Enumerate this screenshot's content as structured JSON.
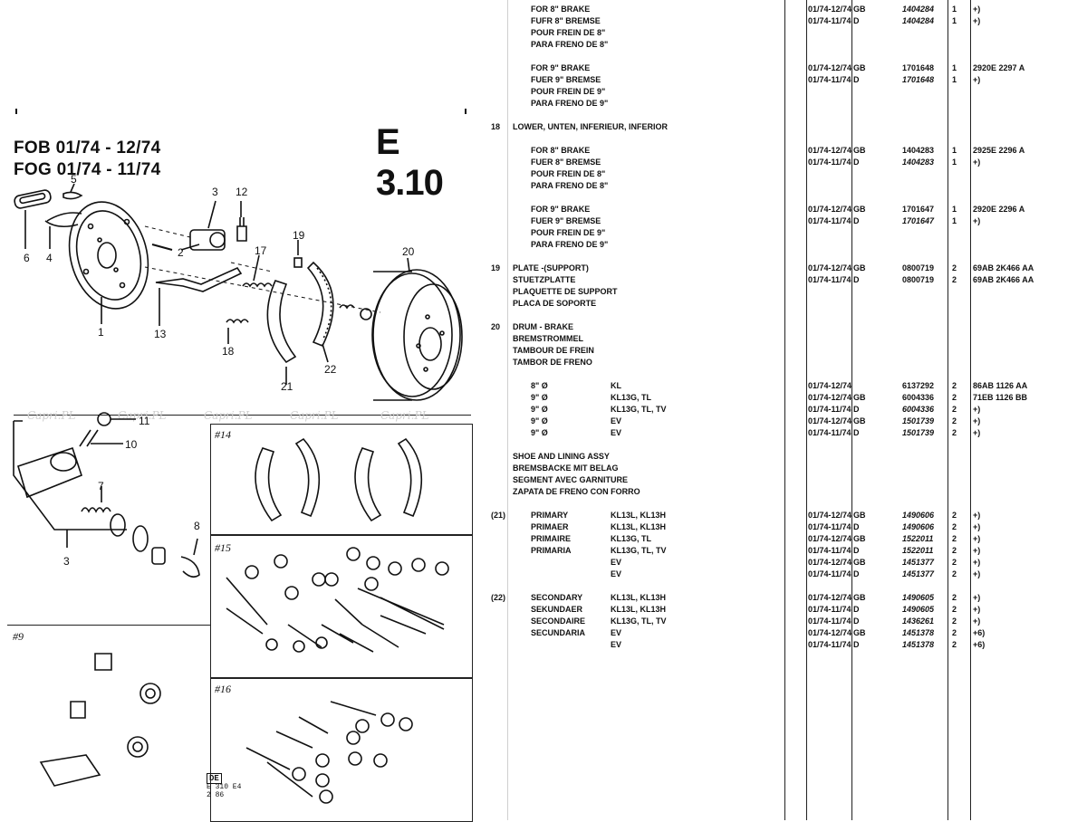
{
  "header": {
    "line1": "FOB 01/74 - 12/74",
    "line2": "FOG 01/74 - 11/74",
    "section_code": "E 3.10"
  },
  "diagram_numbers": [
    "1",
    "2",
    "3",
    "4",
    "5",
    "6",
    "12",
    "13",
    "17",
    "18",
    "19",
    "20",
    "21",
    "22"
  ],
  "detail_numbers": [
    "3",
    "7",
    "8",
    "10",
    "11"
  ],
  "boxes": {
    "kit14": "#14",
    "kit15": "#15",
    "kit16": "#16",
    "kit9": "#9"
  },
  "watermark": "Capri.PL",
  "footer": {
    "badge": "DE",
    "line1": "E 310 E4",
    "line2": "2  86"
  },
  "rows": [
    {
      "no": "",
      "desc": "FOR 8\" BRAKE",
      "model": "",
      "date": "01/74-12/74",
      "reg": "GB",
      "part": "1404284",
      "qty": "1",
      "note": "+)",
      "italic": true,
      "indent": true
    },
    {
      "no": "",
      "desc": "FUFR 8\" BREMSE",
      "model": "",
      "date": "01/74-11/74",
      "reg": "D",
      "part": "1404284",
      "qty": "1",
      "note": "+)",
      "italic": true,
      "indent": true
    },
    {
      "no": "",
      "desc": "POUR FREIN DE 8\"",
      "model": "",
      "date": "",
      "reg": "",
      "part": "",
      "qty": "",
      "note": "",
      "italic": false,
      "indent": true
    },
    {
      "no": "",
      "desc": "PARA FRENO DE 8\"",
      "model": "",
      "date": "",
      "reg": "",
      "part": "",
      "qty": "",
      "note": "",
      "italic": false,
      "indent": true
    },
    {
      "no": "",
      "desc": "",
      "model": "",
      "date": "",
      "reg": "",
      "part": "",
      "qty": "",
      "note": "",
      "italic": false,
      "indent": true
    },
    {
      "no": "",
      "desc": "FOR 9\" BRAKE",
      "model": "",
      "date": "01/74-12/74",
      "reg": "GB",
      "part": "1701648",
      "qty": "1",
      "note": "2920E 2297 A",
      "italic": false,
      "indent": true
    },
    {
      "no": "",
      "desc": "FUER 9\" BREMSE",
      "model": "",
      "date": "01/74-11/74",
      "reg": "D",
      "part": "1701648",
      "qty": "1",
      "note": "+)",
      "italic": true,
      "indent": true
    },
    {
      "no": "",
      "desc": "POUR FREIN DE 9\"",
      "model": "",
      "date": "",
      "reg": "",
      "part": "",
      "qty": "",
      "note": "",
      "italic": false,
      "indent": true
    },
    {
      "no": "",
      "desc": "PARA FRENO DE 9\"",
      "model": "",
      "date": "",
      "reg": "",
      "part": "",
      "qty": "",
      "note": "",
      "italic": false,
      "indent": true
    },
    {
      "no": "",
      "desc": "",
      "model": "",
      "date": "",
      "reg": "",
      "part": "",
      "qty": "",
      "note": "",
      "italic": false,
      "indent": false
    },
    {
      "no": "18",
      "desc": "LOWER, UNTEN, INFERIEUR, INFERIOR",
      "model": "",
      "date": "",
      "reg": "",
      "part": "",
      "qty": "",
      "note": "",
      "italic": false,
      "indent": false
    },
    {
      "no": "",
      "desc": "",
      "model": "",
      "date": "",
      "reg": "",
      "part": "",
      "qty": "",
      "note": "",
      "italic": false,
      "indent": false
    },
    {
      "no": "",
      "desc": "FOR 8\" BRAKE",
      "model": "",
      "date": "01/74-12/74",
      "reg": "GB",
      "part": "1404283",
      "qty": "1",
      "note": "2925E 2296 A",
      "italic": false,
      "indent": true
    },
    {
      "no": "",
      "desc": "FUER 8\" BREMSE",
      "model": "",
      "date": "01/74-11/74",
      "reg": "D",
      "part": "1404283",
      "qty": "1",
      "note": "+)",
      "italic": true,
      "indent": true
    },
    {
      "no": "",
      "desc": "POUR FREIN DE 8\"",
      "model": "",
      "date": "",
      "reg": "",
      "part": "",
      "qty": "",
      "note": "",
      "italic": false,
      "indent": true
    },
    {
      "no": "",
      "desc": "PARA FRENO DE 8\"",
      "model": "",
      "date": "",
      "reg": "",
      "part": "",
      "qty": "",
      "note": "",
      "italic": false,
      "indent": true
    },
    {
      "no": "",
      "desc": "",
      "model": "",
      "date": "",
      "reg": "",
      "part": "",
      "qty": "",
      "note": "",
      "italic": false,
      "indent": true
    },
    {
      "no": "",
      "desc": "FOR 9\" BRAKE",
      "model": "",
      "date": "01/74-12/74",
      "reg": "GB",
      "part": "1701647",
      "qty": "1",
      "note": "2920E 2296 A",
      "italic": false,
      "indent": true
    },
    {
      "no": "",
      "desc": "FUER 9\" BREMSE",
      "model": "",
      "date": "01/74-11/74",
      "reg": "D",
      "part": "1701647",
      "qty": "1",
      "note": "+)",
      "italic": true,
      "indent": true
    },
    {
      "no": "",
      "desc": "POUR FREIN DE 9\"",
      "model": "",
      "date": "",
      "reg": "",
      "part": "",
      "qty": "",
      "note": "",
      "italic": false,
      "indent": true
    },
    {
      "no": "",
      "desc": "PARA FRENO DE 9\"",
      "model": "",
      "date": "",
      "reg": "",
      "part": "",
      "qty": "",
      "note": "",
      "italic": false,
      "indent": true
    },
    {
      "no": "",
      "desc": "",
      "model": "",
      "date": "",
      "reg": "",
      "part": "",
      "qty": "",
      "note": "",
      "italic": false,
      "indent": false
    },
    {
      "no": "19",
      "desc": "PLATE -(SUPPORT)",
      "model": "",
      "date": "01/74-12/74",
      "reg": "GB",
      "part": "0800719",
      "qty": "2",
      "note": "69AB 2K466 AA",
      "italic": false,
      "indent": false
    },
    {
      "no": "",
      "desc": "STUETZPLATTE",
      "model": "",
      "date": "01/74-11/74",
      "reg": "D",
      "part": "0800719",
      "qty": "2",
      "note": "69AB 2K466 AA",
      "italic": false,
      "indent": false
    },
    {
      "no": "",
      "desc": "PLAQUETTE DE SUPPORT",
      "model": "",
      "date": "",
      "reg": "",
      "part": "",
      "qty": "",
      "note": "",
      "italic": false,
      "indent": false
    },
    {
      "no": "",
      "desc": "PLACA DE SOPORTE",
      "model": "",
      "date": "",
      "reg": "",
      "part": "",
      "qty": "",
      "note": "",
      "italic": false,
      "indent": false
    },
    {
      "no": "",
      "desc": "",
      "model": "",
      "date": "",
      "reg": "",
      "part": "",
      "qty": "",
      "note": "",
      "italic": false,
      "indent": false
    },
    {
      "no": "20",
      "desc": "DRUM - BRAKE",
      "model": "",
      "date": "",
      "reg": "",
      "part": "",
      "qty": "",
      "note": "",
      "italic": false,
      "indent": false
    },
    {
      "no": "",
      "desc": "BREMSTROMMEL",
      "model": "",
      "date": "",
      "reg": "",
      "part": "",
      "qty": "",
      "note": "",
      "italic": false,
      "indent": false
    },
    {
      "no": "",
      "desc": "TAMBOUR DE FREIN",
      "model": "",
      "date": "",
      "reg": "",
      "part": "",
      "qty": "",
      "note": "",
      "italic": false,
      "indent": false
    },
    {
      "no": "",
      "desc": "TAMBOR DE FRENO",
      "model": "",
      "date": "",
      "reg": "",
      "part": "",
      "qty": "",
      "note": "",
      "italic": false,
      "indent": false
    },
    {
      "no": "",
      "desc": "",
      "model": "",
      "date": "",
      "reg": "",
      "part": "",
      "qty": "",
      "note": "",
      "italic": false,
      "indent": false
    },
    {
      "no": "",
      "desc": "8\" Ø",
      "model": "KL",
      "date": "01/74-12/74",
      "reg": "",
      "part": "6137292",
      "qty": "2",
      "note": "86AB 1126 AA",
      "italic": false,
      "indent": true
    },
    {
      "no": "",
      "desc": "9\" Ø",
      "model": "KL13G, TL",
      "date": "01/74-12/74",
      "reg": "GB",
      "part": "6004336",
      "qty": "2",
      "note": "71EB 1126 BB",
      "italic": false,
      "indent": true
    },
    {
      "no": "",
      "desc": "9\" Ø",
      "model": "KL13G, TL, TV",
      "date": "01/74-11/74",
      "reg": "D",
      "part": "6004336",
      "qty": "2",
      "note": "+)",
      "italic": true,
      "indent": true
    },
    {
      "no": "",
      "desc": "9\" Ø",
      "model": "EV",
      "date": "01/74-12/74",
      "reg": "GB",
      "part": "1501739",
      "qty": "2",
      "note": "+)",
      "italic": true,
      "indent": true
    },
    {
      "no": "",
      "desc": "9\" Ø",
      "model": "EV",
      "date": "01/74-11/74",
      "reg": "D",
      "part": "1501739",
      "qty": "2",
      "note": "+)",
      "italic": true,
      "indent": true
    },
    {
      "no": "",
      "desc": "",
      "model": "",
      "date": "",
      "reg": "",
      "part": "",
      "qty": "",
      "note": "",
      "italic": false,
      "indent": false
    },
    {
      "no": "",
      "desc": "SHOE AND LINING ASSY",
      "model": "",
      "date": "",
      "reg": "",
      "part": "",
      "qty": "",
      "note": "",
      "italic": false,
      "indent": false
    },
    {
      "no": "",
      "desc": "BREMSBACKE MIT BELAG",
      "model": "",
      "date": "",
      "reg": "",
      "part": "",
      "qty": "",
      "note": "",
      "italic": false,
      "indent": false
    },
    {
      "no": "",
      "desc": "SEGMENT AVEC GARNITURE",
      "model": "",
      "date": "",
      "reg": "",
      "part": "",
      "qty": "",
      "note": "",
      "italic": false,
      "indent": false
    },
    {
      "no": "",
      "desc": "ZAPATA DE FRENO CON FORRO",
      "model": "",
      "date": "",
      "reg": "",
      "part": "",
      "qty": "",
      "note": "",
      "italic": false,
      "indent": false
    },
    {
      "no": "",
      "desc": "",
      "model": "",
      "date": "",
      "reg": "",
      "part": "",
      "qty": "",
      "note": "",
      "italic": false,
      "indent": false
    },
    {
      "no": "(21)",
      "desc": "PRIMARY",
      "model": "KL13L, KL13H",
      "date": "01/74-12/74",
      "reg": "GB",
      "part": "1490606",
      "qty": "2",
      "note": "+)",
      "italic": true,
      "indent": true
    },
    {
      "no": "",
      "desc": "PRIMAER",
      "model": "KL13L, KL13H",
      "date": "01/74-11/74",
      "reg": "D",
      "part": "1490606",
      "qty": "2",
      "note": "+)",
      "italic": true,
      "indent": true
    },
    {
      "no": "",
      "desc": "PRIMAIRE",
      "model": "KL13G, TL",
      "date": "01/74-12/74",
      "reg": "GB",
      "part": "1522011",
      "qty": "2",
      "note": "+)",
      "italic": true,
      "indent": true
    },
    {
      "no": "",
      "desc": "PRIMARIA",
      "model": "KL13G, TL, TV",
      "date": "01/74-11/74",
      "reg": "D",
      "part": "1522011",
      "qty": "2",
      "note": "+)",
      "italic": true,
      "indent": true
    },
    {
      "no": "",
      "desc": "",
      "model": "EV",
      "date": "01/74-12/74",
      "reg": "GB",
      "part": "1451377",
      "qty": "2",
      "note": "+)",
      "italic": true,
      "indent": true
    },
    {
      "no": "",
      "desc": "",
      "model": "EV",
      "date": "01/74-11/74",
      "reg": "D",
      "part": "1451377",
      "qty": "2",
      "note": "+)",
      "italic": true,
      "indent": true
    },
    {
      "no": "",
      "desc": "",
      "model": "",
      "date": "",
      "reg": "",
      "part": "",
      "qty": "",
      "note": "",
      "italic": false,
      "indent": false
    },
    {
      "no": "(22)",
      "desc": "SECONDARY",
      "model": "KL13L, KL13H",
      "date": "01/74-12/74",
      "reg": "GB",
      "part": "1490605",
      "qty": "2",
      "note": "+)",
      "italic": true,
      "indent": true
    },
    {
      "no": "",
      "desc": "SEKUNDAER",
      "model": "KL13L, KL13H",
      "date": "01/74-11/74",
      "reg": "D",
      "part": "1490605",
      "qty": "2",
      "note": "+)",
      "italic": true,
      "indent": true
    },
    {
      "no": "",
      "desc": "SECONDAIRE",
      "model": "KL13G, TL, TV",
      "date": "01/74-11/74",
      "reg": "D",
      "part": "1436261",
      "qty": "2",
      "note": "+)",
      "italic": true,
      "indent": true
    },
    {
      "no": "",
      "desc": "SECUNDARIA",
      "model": "EV",
      "date": "01/74-12/74",
      "reg": "GB",
      "part": "1451378",
      "qty": "2",
      "note": "+6)",
      "italic": true,
      "indent": true
    },
    {
      "no": "",
      "desc": "",
      "model": "EV",
      "date": "01/74-11/74",
      "reg": "D",
      "part": "1451378",
      "qty": "2",
      "note": "+6)",
      "italic": true,
      "indent": true
    }
  ]
}
